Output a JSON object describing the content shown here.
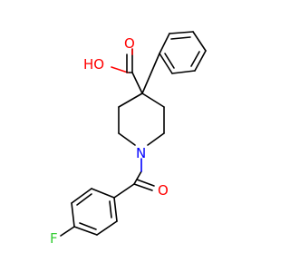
{
  "molecule": {
    "atoms": {
      "fluorine": "F",
      "nitrogen": "N",
      "carbonyl_oxygen": "O",
      "acid_carbonyl_oxygen": "O",
      "hydroxyl": "HO"
    }
  },
  "colors": {
    "bond": "#000000",
    "oxygen": "#ff0000",
    "nitrogen": "#0000ff",
    "fluorine": "#33cc33",
    "background": "#ffffff"
  }
}
